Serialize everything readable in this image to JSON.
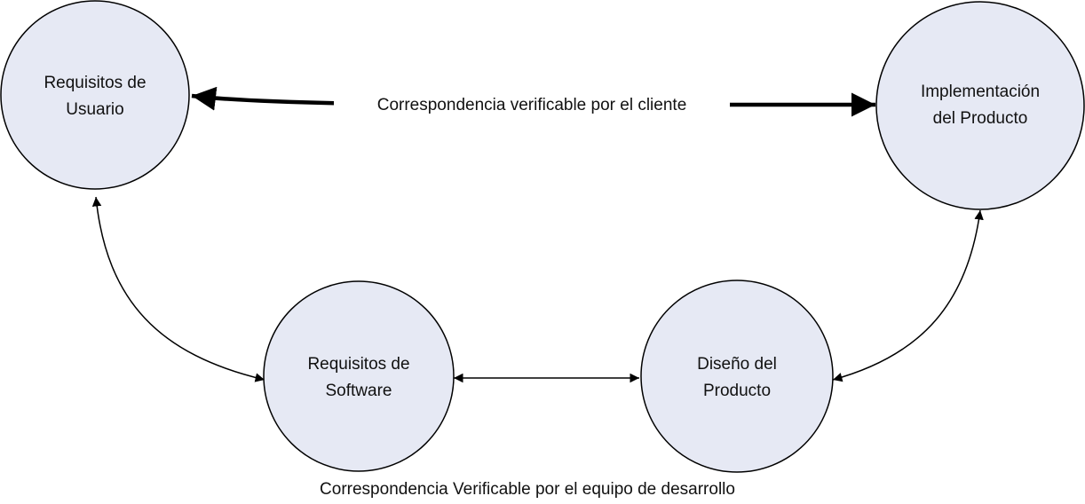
{
  "diagram": {
    "nodes": {
      "user_requirements": {
        "line1": "Requisitos de",
        "line2": "Usuario"
      },
      "product_implementation": {
        "line1": "Implementación",
        "line2": "del Producto"
      },
      "software_requirements": {
        "line1": "Requisitos de",
        "line2": "Software"
      },
      "product_design": {
        "line1": "Diseño del",
        "line2": "Producto"
      }
    },
    "edges": {
      "client_verifiable": {
        "label": "Correspondencia verificable por el cliente"
      },
      "team_verifiable": {
        "label": "Correspondencia Verificable por el equipo de desarrollo"
      }
    },
    "colors": {
      "node_fill": "#e6e9f4",
      "stroke": "#000000"
    }
  }
}
